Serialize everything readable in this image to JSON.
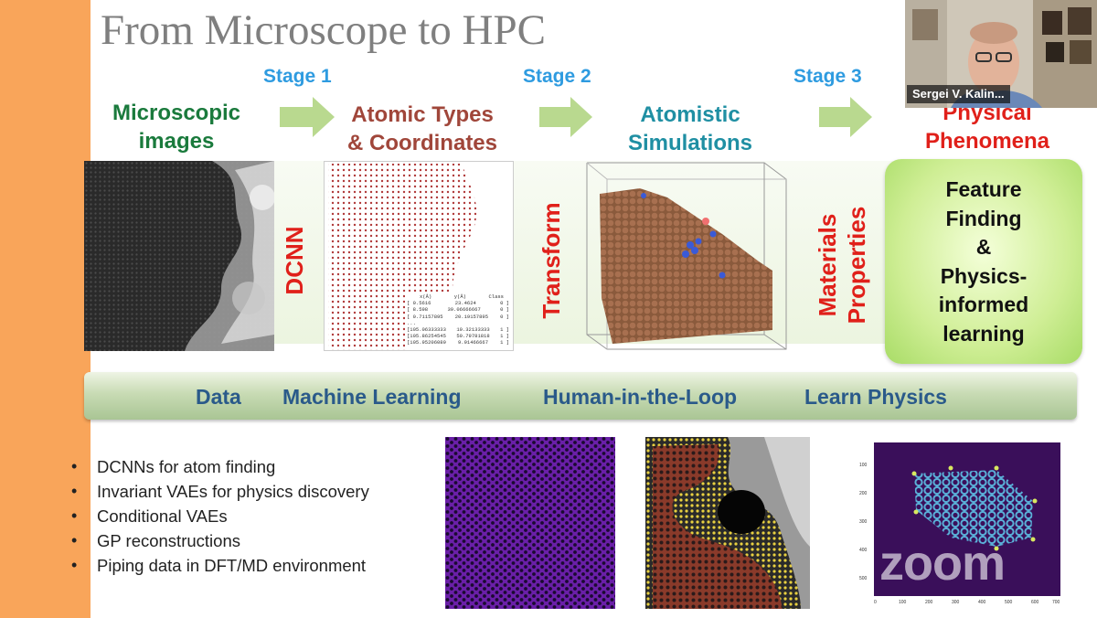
{
  "slide": {
    "title": "From Microscope to HPC",
    "stages": [
      "Stage 1",
      "Stage 2",
      "Stage 3"
    ],
    "headings": {
      "microscopic": [
        "Microscopic",
        "images"
      ],
      "atomic": [
        "Atomic Types",
        "& Coordinates"
      ],
      "atomistic": [
        "Atomistic",
        "Simulations"
      ],
      "physical": [
        "Physical",
        "Phenomena"
      ]
    },
    "vertical_labels": {
      "dcnn": "DCNN",
      "transform": "Transform",
      "materials": [
        "Materials",
        "Properties"
      ]
    },
    "feature_box": [
      "Feature",
      "Finding",
      "&",
      "Physics-",
      "informed",
      "learning"
    ],
    "bottom_bar": [
      "Data",
      "Machine Learning",
      "Human-in-the-Loop",
      "Learn Physics"
    ],
    "bullets": [
      "DCNNs for atom finding",
      "Invariant VAEs for physics discovery",
      "Conditional VAEs",
      "GP reconstructions",
      "Piping data in DFT/MD environment"
    ],
    "coord_table": {
      "header": [
        "x(Å)",
        "y(Å)",
        "Class"
      ],
      "rows": [
        [
          "[  0.5616",
          "23.4624",
          "0 ]"
        ],
        [
          "[  8.598",
          "39.06666667",
          "0 ]"
        ],
        [
          "[  0.71157895",
          "20.19157895",
          "0 ]"
        ],
        [
          "[105.06333333",
          "10.32133333",
          "1 ]"
        ],
        [
          "[105.86254545",
          "50.79781818",
          "1 ]"
        ],
        [
          "[105.95206089",
          "9.91466667",
          "1 ]"
        ]
      ],
      "ellipsis": "..."
    },
    "plot_axis": {
      "x_ticks": [
        "0",
        "100",
        "200",
        "300",
        "400",
        "500",
        "600",
        "700"
      ],
      "y_ticks": [
        "100",
        "200",
        "300",
        "400",
        "500"
      ]
    }
  },
  "video": {
    "participant_name": "Sergei V. Kalin...",
    "logo": "zoom"
  },
  "colors": {
    "orange": "#f9a55a",
    "green_heading": "#1a7a3c",
    "brown_heading": "#a0463a",
    "teal_heading": "#1f8fa3",
    "red_heading": "#e0201a",
    "stage_blue": "#2e9be0"
  }
}
